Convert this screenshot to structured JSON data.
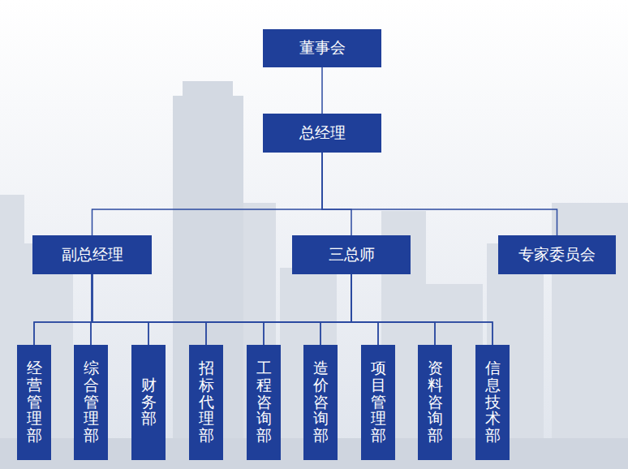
{
  "diagram": {
    "nodes": [
      {
        "text": [
          "董事会"
        ]
      },
      {
        "text": [
          "总经理"
        ]
      },
      {
        "text": [
          "副总经理"
        ]
      },
      {
        "text": [
          "三总师"
        ]
      },
      {
        "text": [
          "专家委员会"
        ]
      },
      {
        "text": [
          "经营管理部"
        ]
      },
      {
        "text": [
          "综合管理部"
        ]
      },
      {
        "text": [
          "财务部"
        ]
      },
      {
        "text": [
          "招标代理部"
        ]
      },
      {
        "text": [
          "工程咨询部"
        ]
      },
      {
        "text": [
          "造价咨询部"
        ]
      },
      {
        "text": [
          "项目管理部"
        ]
      },
      {
        "text": [
          "资料咨询部"
        ]
      },
      {
        "text": [
          "信息技术部"
        ]
      }
    ],
    "edges": [
      {
        "from": 0,
        "to": 1,
        "arrow": "none"
      },
      {
        "from": 1,
        "to": 2,
        "arrow": "none"
      },
      {
        "from": 1,
        "to": 3,
        "arrow": "none"
      },
      {
        "from": 1,
        "to": 4,
        "arrow": "none"
      },
      {
        "from": 2,
        "to": 5,
        "arrow": "none"
      },
      {
        "from": 2,
        "to": 6,
        "arrow": "none"
      },
      {
        "from": 2,
        "to": 7,
        "arrow": "none"
      },
      {
        "from": 2,
        "to": 8,
        "arrow": "none"
      },
      {
        "from": 2,
        "to": 9,
        "arrow": "none"
      },
      {
        "from": 2,
        "to": 10,
        "arrow": "none"
      },
      {
        "from": 2,
        "to": 11,
        "arrow": "none"
      },
      {
        "from": 2,
        "to": 12,
        "arrow": "none"
      },
      {
        "from": 2,
        "to": 13,
        "arrow": "none"
      },
      {
        "from": 3,
        "to": 5,
        "arrow": "none"
      },
      {
        "from": 3,
        "to": 6,
        "arrow": "none"
      },
      {
        "from": 3,
        "to": 7,
        "arrow": "none"
      },
      {
        "from": 3,
        "to": 8,
        "arrow": "none"
      },
      {
        "from": 3,
        "to": 9,
        "arrow": "none"
      },
      {
        "from": 3,
        "to": 10,
        "arrow": "none"
      },
      {
        "from": 3,
        "to": 11,
        "arrow": "none"
      },
      {
        "from": 3,
        "to": 12,
        "arrow": "none"
      },
      {
        "from": 3,
        "to": 13,
        "arrow": "none"
      }
    ]
  }
}
